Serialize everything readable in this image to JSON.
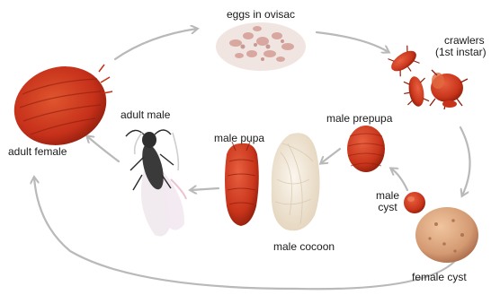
{
  "labels": {
    "eggs": "eggs in ovisac",
    "crawlers_line1": "crawlers",
    "crawlers_line2": "(1st instar)",
    "adult_male": "adult male",
    "adult_female": "adult female",
    "male_pupa": "male pupa",
    "male_prepupa": "male prepupa",
    "male_cyst_line1": "male",
    "male_cyst_line2": "cyst",
    "male_cocoon": "male cocoon",
    "female_cyst": "female cyst"
  },
  "colors": {
    "arrow": "#b9b9b9",
    "insect_red": "#c8341a",
    "insect_dark": "#8c1d0c",
    "cocoon": "#efe6d6",
    "cyst_tan": "#d9a27a",
    "egg_pink": "#e8c9c3",
    "wing": "#eee9ee",
    "male_body": "#3a3a3a"
  },
  "icons": [
    "adult-female-icon",
    "eggs-ovisac-icon",
    "crawler-icon",
    "female-cyst-icon",
    "male-cyst-icon",
    "male-prepupa-icon",
    "male-cocoon-icon",
    "male-pupa-icon",
    "adult-male-icon"
  ]
}
